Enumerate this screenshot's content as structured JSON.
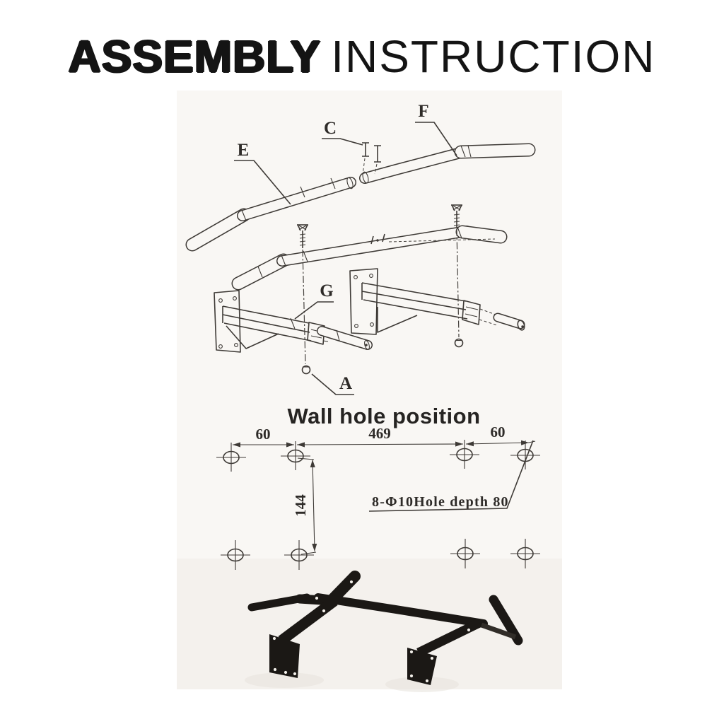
{
  "title": {
    "primary": "ASSEMBLY",
    "secondary": "INSTRUCTION"
  },
  "exploded_view": {
    "labels": {
      "e": "E",
      "c": "C",
      "f": "F",
      "g": "G",
      "a": "A"
    }
  },
  "wall_hole_diagram": {
    "heading": "Wall hole position",
    "dim_left": "60",
    "dim_center": "469",
    "dim_right": "60",
    "dim_vertical": "144",
    "hole_note": "8-Φ10Hole depth 80"
  },
  "colors": {
    "ink": "#3e3a36",
    "photo_black": "#1b1815",
    "title_ink": "#141414",
    "paper": "#f8f6f3"
  }
}
